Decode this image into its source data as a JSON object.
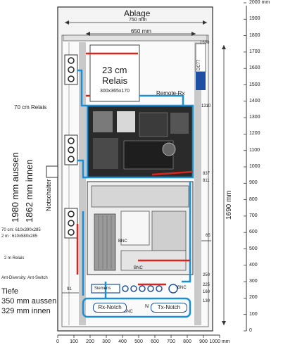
{
  "header": {
    "ablage_label": "Ablage",
    "dim_750": "750 mm",
    "dim_650": "650 mm"
  },
  "relay_23cm": {
    "title_line1": "23 cm",
    "title_line2": "Relais",
    "size": "300x365x170",
    "remote_rx": "Remote-Rx"
  },
  "left_labels": {
    "relais_70": "70 cm Relais",
    "aussen": "1980 mm aussen",
    "innen": "1862 mm innen",
    "notschalter": "Notschalter",
    "dims_70": "70 cm: 610x390x285",
    "dims_2m": "2 m   : 610x580x285",
    "relais_2m": "2 m Relais",
    "ant_diversity": "Ant-Diversity: Ant-Switch",
    "tiefe": "Tiefe",
    "tiefe_aussen": "350 mm aussen",
    "tiefe_innen": "329 mm innen",
    "dim_91": "91"
  },
  "right_labels": {
    "height_1690": "1690 mm",
    "top_1690": "1690",
    "dc77": "DC77",
    "n1310": "1310",
    "n837": "837",
    "n811": "811",
    "n65": "65",
    "n250": "250",
    "n225": "225",
    "n160": "160",
    "n130": "130"
  },
  "components": {
    "bnc": "BNC",
    "siemens": "Siemens",
    "rx_notch": "Rx-Notch",
    "tx_notch": "Tx-Notch",
    "n": "N"
  },
  "y_axis": [
    "2000 mm",
    "1900",
    "1800",
    "1700",
    "1600",
    "1500",
    "1400",
    "1300",
    "1200",
    "1100",
    "1000",
    "900",
    "800",
    "700",
    "600",
    "500",
    "400",
    "300",
    "200",
    "100",
    "0"
  ],
  "x_axis": [
    "0",
    "100",
    "200",
    "300",
    "400",
    "500",
    "600",
    "700",
    "800",
    "900",
    "1000 mm"
  ],
  "colors": {
    "cable_blue": "#1a8fd6",
    "cable_red": "#d8261f",
    "frame": "#555555",
    "rail": "#c8c8c8",
    "rack_dark": "#2a2a2a"
  }
}
